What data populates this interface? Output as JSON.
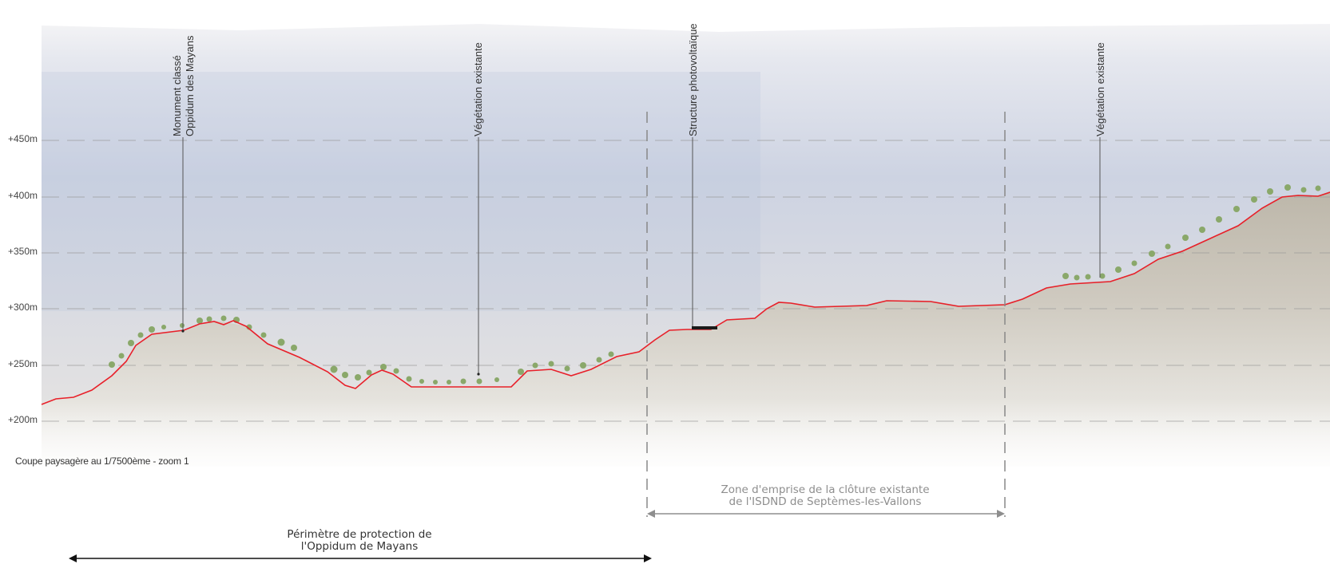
{
  "elevation_labels": [
    "+450m",
    "+400m",
    "+350m",
    "+300m",
    "+250m",
    "+200m"
  ],
  "annotations": {
    "monument_line1": "Monument classé",
    "monument_line2": "Oppidum des Mayans",
    "vegetation_1": "Végétation existante",
    "photovoltaic": "Structure photovoltaïque",
    "vegetation_2": "Végétation existante"
  },
  "caption": "Coupe paysagère au 1/7500ème - zoom 1",
  "zones": {
    "isdnd_line1": "Zone d'emprise de la clôture existante",
    "isdnd_line2": "de l'ISDND de Septèmes-les-Vallons",
    "oppidum_line1": "Périmètre de protection de",
    "oppidum_line2": "l'Oppidum de Mayans"
  },
  "colors": {
    "terrain_line": "#e8202a",
    "vegetation": "#8aa86a",
    "sky": "#c9cfdd",
    "ground": "#c4bfb3"
  }
}
